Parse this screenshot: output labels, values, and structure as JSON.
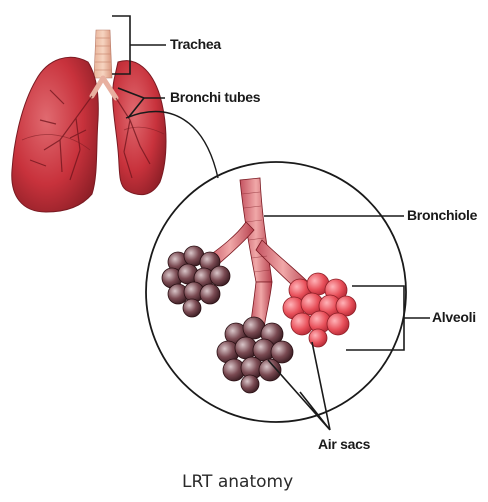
{
  "labels": {
    "trachea": "Trachea",
    "bronchi": "Bronchi tubes",
    "bronchiole": "Bronchiole",
    "alveoli": "Alveoli",
    "air_sacs": "Air sacs"
  },
  "caption": "LRT anatomy",
  "colors": {
    "lung": "#c8323c",
    "lung_dark": "#8e1f27",
    "alveoli": "#e8505a",
    "air_sac_dark": "#5a2a33",
    "line": "#1a1a1a"
  }
}
